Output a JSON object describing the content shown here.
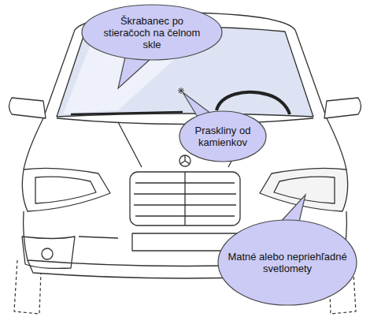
{
  "diagram": {
    "nodes": [
      {
        "text": [
          "Škrabanec po stieračoch na čelnom skle"
        ]
      },
      {
        "text": [
          "Praskliny od kamienkov"
        ]
      },
      {
        "text": [
          "Matné alebo nepriehľadné svetlomety"
        ]
      }
    ]
  }
}
